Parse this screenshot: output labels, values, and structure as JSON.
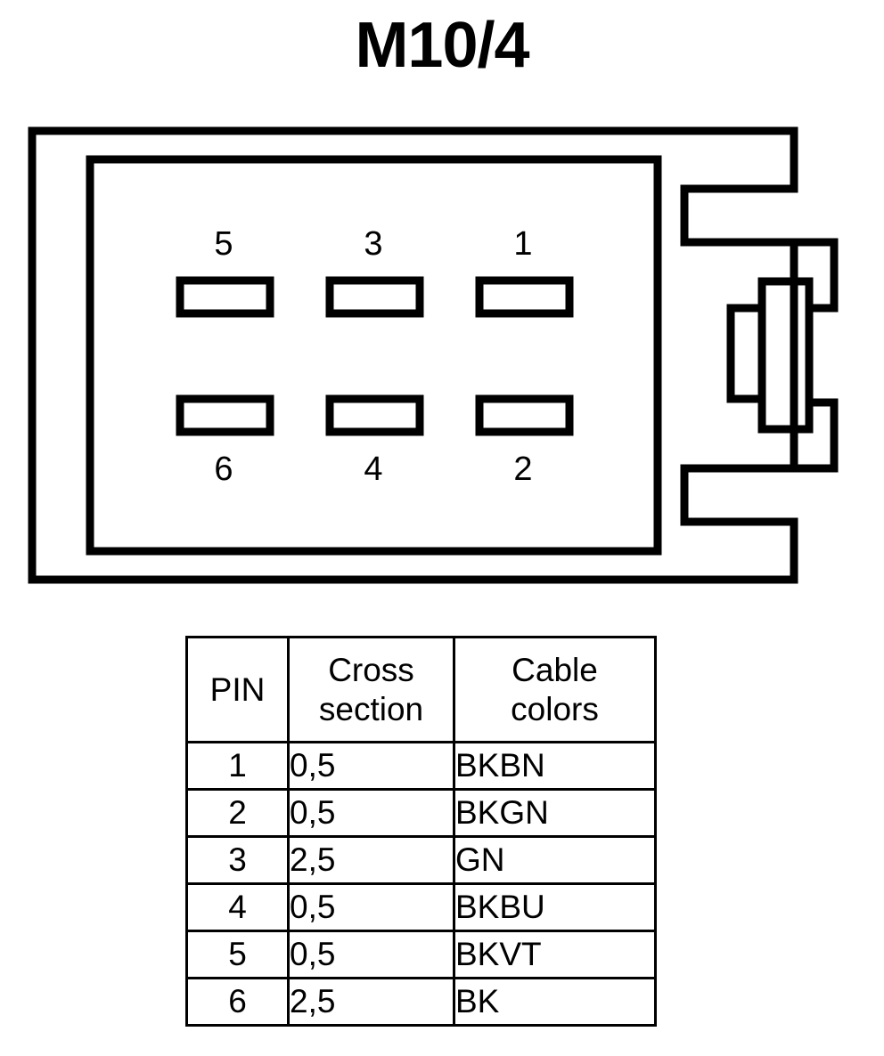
{
  "title": "M10/4",
  "connector": {
    "name": "connector-housing-diagram",
    "slots": [
      {
        "pin": "5",
        "position": "top-left"
      },
      {
        "pin": "3",
        "position": "top-center"
      },
      {
        "pin": "1",
        "position": "top-right"
      },
      {
        "pin": "6",
        "position": "bottom-left"
      },
      {
        "pin": "4",
        "position": "bottom-center"
      },
      {
        "pin": "2",
        "position": "bottom-right"
      }
    ],
    "stroke_color": "#000000",
    "fill_color": "#ffffff"
  },
  "table": {
    "headers": {
      "pin": "PIN",
      "cross_section_line1": "Cross",
      "cross_section_line2": "section",
      "cable_colors_line1": "Cable",
      "cable_colors_line2": "colors"
    },
    "rows": [
      {
        "pin": "1",
        "cross_section": "0,5",
        "cable_colors": "BKBN"
      },
      {
        "pin": "2",
        "cross_section": "0,5",
        "cable_colors": "BKGN"
      },
      {
        "pin": "3",
        "cross_section": "2,5",
        "cable_colors": "GN"
      },
      {
        "pin": "4",
        "cross_section": "0,5",
        "cable_colors": "BKBU"
      },
      {
        "pin": "5",
        "cross_section": "0,5",
        "cable_colors": "BKVT"
      },
      {
        "pin": "6",
        "cross_section": "2,5",
        "cable_colors": "BK"
      }
    ]
  }
}
